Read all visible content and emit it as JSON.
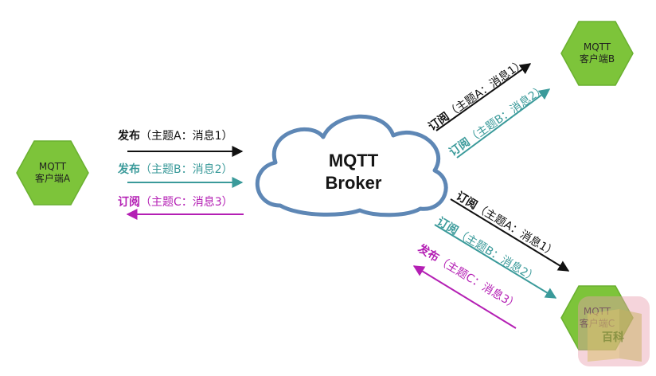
{
  "colors": {
    "hex_fill": "#7dc43a",
    "hex_stroke": "#6ab030",
    "cloud_stroke": "#5e87b5",
    "black": "#111111",
    "teal": "#3a9a9a",
    "magenta": "#b41fb4"
  },
  "broker": {
    "line1": "MQTT",
    "line2": "Broker"
  },
  "clients": {
    "a": {
      "line1": "MQTT",
      "line2": "客户端A"
    },
    "b": {
      "line1": "MQTT",
      "line2": "客户端B"
    },
    "c": {
      "line1": "MQTT",
      "line2": "客户端C"
    }
  },
  "messages": {
    "a1": {
      "action": "发布",
      "detail": "（主题A：消息1）",
      "color": "black"
    },
    "a2": {
      "action": "发布",
      "detail": "（主题B：消息2）",
      "color": "teal"
    },
    "a3": {
      "action": "订阅",
      "detail": "（主题C：消息3）",
      "color": "magenta"
    },
    "b1": {
      "action": "订阅",
      "detail": "（主题A：消息1）",
      "color": "black"
    },
    "b2": {
      "action": "订阅",
      "detail": "（主题B：消息2）",
      "color": "teal"
    },
    "c1": {
      "action": "订阅",
      "detail": "（主题A：消息1）",
      "color": "black"
    },
    "c2": {
      "action": "订阅",
      "detail": "（主题B：消息2）",
      "color": "teal"
    },
    "c3": {
      "action": "发布",
      "detail": "（主题C：消息3）",
      "color": "magenta"
    }
  },
  "watermark": {
    "text": "百科"
  }
}
